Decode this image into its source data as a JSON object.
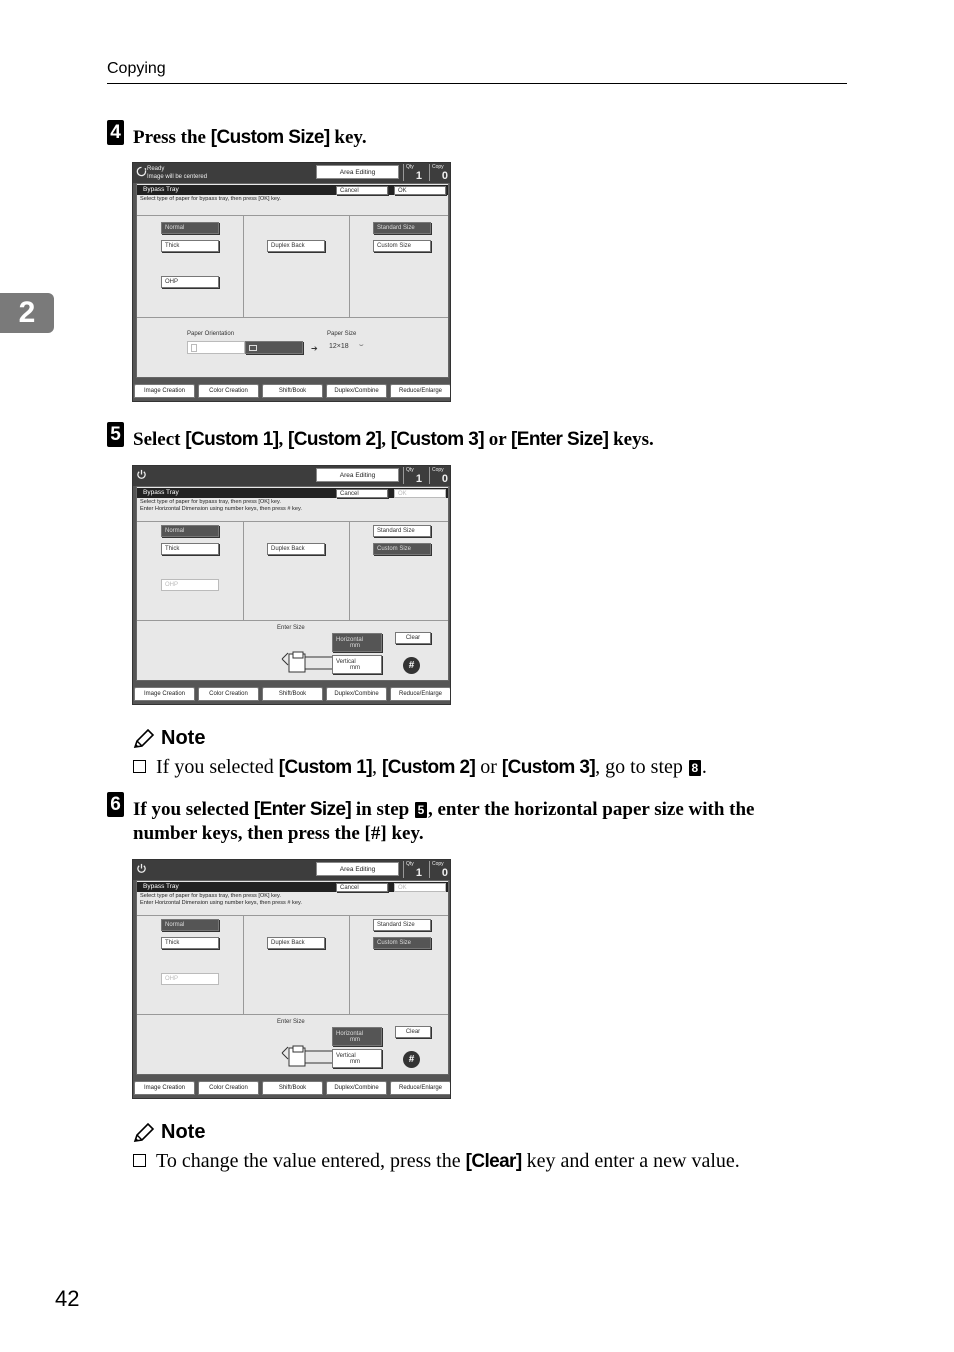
{
  "header": {
    "title": "Copying",
    "chapter": "2"
  },
  "step4": {
    "num": "4",
    "pre": "Press the ",
    "key": "[Custom Size]",
    "post": " key."
  },
  "step5": {
    "num": "5",
    "pre": "Select ",
    "k1": "[Custom 1]",
    "s1": ", ",
    "k2": "[Custom 2]",
    "s2": ", ",
    "k3": "[Custom 3]",
    "s3": " or ",
    "k4": "[Enter Size]",
    "post": " keys."
  },
  "note1": {
    "heading": "Note",
    "pre": "If you selected ",
    "k1": "[Custom 1]",
    "s1": ", ",
    "k2": "[Custom 2]",
    "s2": " or ",
    "k3": "[Custom 3]",
    "mid": ", go to step ",
    "step_ref": "8",
    "post": "."
  },
  "step6": {
    "num": "6",
    "pre": "If you selected ",
    "key": "[Enter Size]",
    "mid": " in step ",
    "step_ref": "5",
    "post": ", enter the horizontal paper size with the",
    "line2": "number keys, then press the [#] key."
  },
  "note2": {
    "heading": "Note",
    "pre": "To change the value entered, press the ",
    "key": "[Clear]",
    "post": " key and enter a new value."
  },
  "page_number": "42",
  "screen1": {
    "status1": "Ready",
    "status2": "Image will be centered",
    "area_editing": "Area Editing",
    "qty_label": "Qty",
    "qty": "1",
    "copy_label": "Copy",
    "copy": "0",
    "title": "Bypass Tray",
    "cancel": "Cancel",
    "ok": "OK",
    "instr": "Select type of paper for bypass tray, then press [OK] key.",
    "normal": "Normal",
    "thick": "Thick",
    "ohp": "OHP",
    "duplex_back": "Duplex Back",
    "standard_size": "Standard Size",
    "custom_size": "Custom Size",
    "orientation_label": "Paper Orientation",
    "size_label": "Paper Size",
    "size_value": "12×18",
    "tabs": [
      "Image Creation",
      "Color Creation",
      "Shift/Book",
      "Duplex/Combine",
      "Reduce/Enlarge"
    ]
  },
  "screen2": {
    "area_editing": "Area Editing",
    "qty_label": "Qty",
    "qty": "1",
    "copy_label": "Copy",
    "copy": "0",
    "title": "Bypass Tray",
    "cancel": "Cancel",
    "ok": "OK",
    "instr1": "Select type of paper for bypass tray, then press [OK] key.",
    "instr2": "Enter Horizontal Dimension using number keys, then press # key.",
    "normal": "Normal",
    "thick": "Thick",
    "ohp": "OHP",
    "duplex_back": "Duplex Back",
    "standard_size": "Standard Size",
    "custom_size": "Custom Size",
    "enter_size": "Enter Size",
    "horizontal": "Horizontal",
    "vertical": "Vertical",
    "unit": "mm",
    "clear": "Clear",
    "hash": "#",
    "tabs": [
      "Image Creation",
      "Color Creation",
      "Shift/Book",
      "Duplex/Combine",
      "Reduce/Enlarge"
    ]
  },
  "screen3": {
    "area_editing": "Area Editing",
    "qty_label": "Qty",
    "qty": "1",
    "copy_label": "Copy",
    "copy": "0",
    "title": "Bypass Tray",
    "cancel": "Cancel",
    "ok": "OK",
    "instr1": "Select type of paper for bypass tray, then press [OK] key.",
    "instr2": "Enter Horizontal Dimension using number keys, then press # key.",
    "normal": "Normal",
    "thick": "Thick",
    "ohp": "OHP",
    "duplex_back": "Duplex Back",
    "standard_size": "Standard Size",
    "custom_size": "Custom Size",
    "enter_size": "Enter Size",
    "horizontal": "Horizontal",
    "vertical": "Vertical",
    "unit": "mm",
    "clear": "Clear",
    "hash": "#",
    "tabs": [
      "Image Creation",
      "Color Creation",
      "Shift/Book",
      "Duplex/Combine",
      "Reduce/Enlarge"
    ]
  }
}
